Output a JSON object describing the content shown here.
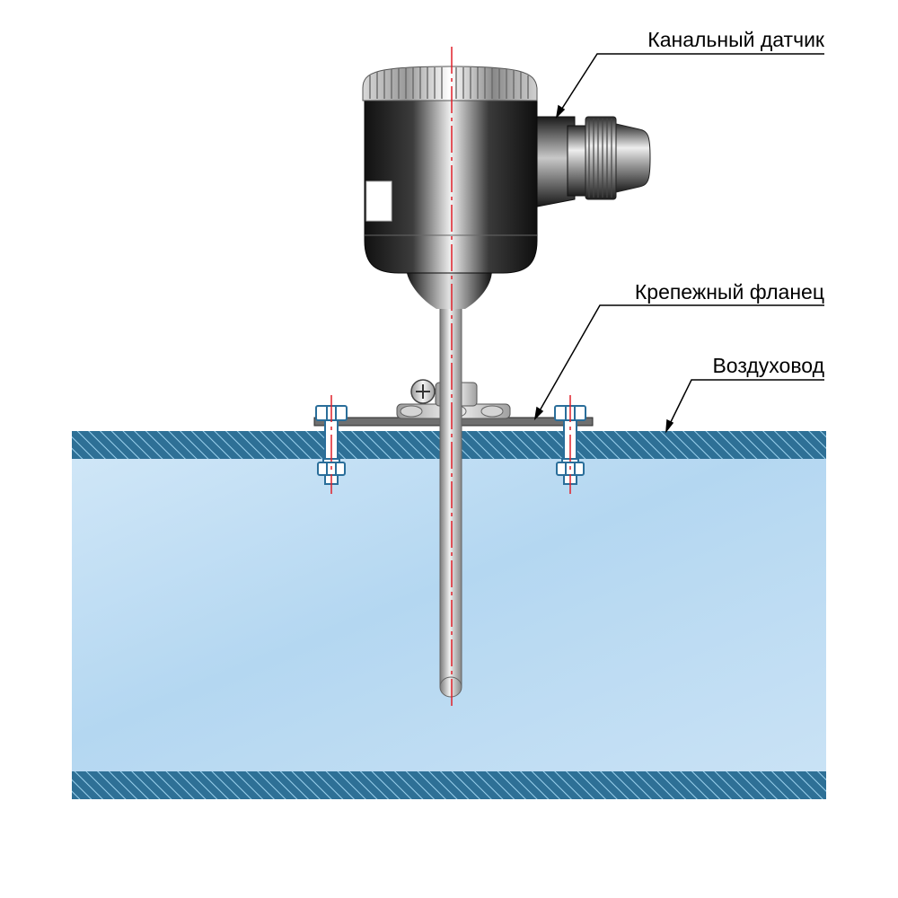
{
  "labels": {
    "sensor": "Канальный датчик",
    "flange": "Крепежный фланец",
    "duct": "Воздуховод"
  },
  "colors": {
    "duct_fill": "#bcdcf2",
    "duct_wall": "#2e7096",
    "duct_hatch": "#9cd2ee",
    "axis_line": "#e0202a",
    "housing_dark": "#141414",
    "metal_light": "#f2f2f2",
    "bolt_stroke": "#2a6e9a",
    "bolt_fill": "#ffffff"
  }
}
